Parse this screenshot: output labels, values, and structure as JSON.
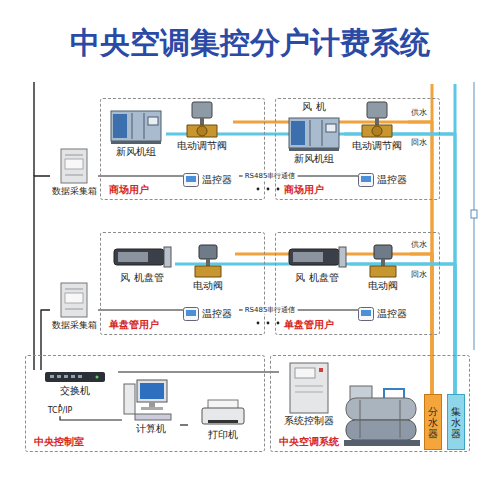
{
  "diagram": {
    "title": "中央空调集控分户计费系统",
    "nodes": [
      {
        "text": [
          "商场用户"
        ]
      },
      {
        "text": [
          "新风机组"
        ],
        "in": 0
      },
      {
        "text": [
          "电动调节阀"
        ],
        "in": 0
      },
      {
        "text": [
          "温控器"
        ],
        "in": 0
      },
      {
        "text": [
          "商场用户"
        ]
      },
      {
        "text": [
          "风 机",
          "新风机组"
        ],
        "in": 4
      },
      {
        "text": [
          "电动调节阀"
        ],
        "in": 4
      },
      {
        "text": [
          "温控器"
        ],
        "in": 4
      },
      {
        "text": [
          "数据采集箱"
        ]
      },
      {
        "text": [
          "单盘管用户"
        ]
      },
      {
        "text": [
          "风 机盘管"
        ],
        "in": 9
      },
      {
        "text": [
          "电动阀"
        ],
        "in": 9
      },
      {
        "text": [
          "温控器"
        ],
        "in": 9
      },
      {
        "text": [
          "单盘管用户"
        ]
      },
      {
        "text": [
          "风 机盘管"
        ],
        "in": 13
      },
      {
        "text": [
          "电动阀"
        ],
        "in": 13
      },
      {
        "text": [
          "温控器"
        ],
        "in": 13
      },
      {
        "text": [
          "数据采集箱"
        ]
      },
      {
        "text": [
          "中央控制室"
        ]
      },
      {
        "text": [
          "交换机"
        ],
        "in": 18
      },
      {
        "text": [
          "计算机"
        ],
        "in": 18
      },
      {
        "text": [
          "打印机"
        ],
        "in": 18
      },
      {
        "text": [
          "中央空调系统"
        ]
      },
      {
        "text": [
          "系统控制器"
        ],
        "in": 22
      },
      {
        "text": [
          "分水器"
        ],
        "in": 22
      },
      {
        "text": [
          "集水器"
        ],
        "in": 22
      }
    ],
    "edges": [
      {
        "from": 8,
        "to": 3,
        "arrow": "none"
      },
      {
        "from": 3,
        "to": 7,
        "label": "RS485串行通信",
        "arrow": "none"
      },
      {
        "from": 17,
        "to": 12,
        "arrow": "none"
      },
      {
        "from": 12,
        "to": 16,
        "label": "RS485串行通信",
        "arrow": "none"
      },
      {
        "from": 19,
        "to": 8,
        "arrow": "none"
      },
      {
        "from": 19,
        "to": 17,
        "arrow": "none"
      },
      {
        "from": 19,
        "to": 20,
        "label": "TCP/IP",
        "arrow": "none"
      },
      {
        "from": 20,
        "to": 21,
        "arrow": "none"
      },
      {
        "from": 19,
        "to": 23,
        "arrow": "none"
      },
      {
        "from": 24,
        "to": 2,
        "arrow": "none"
      },
      {
        "from": 24,
        "to": 6,
        "arrow": "none"
      },
      {
        "from": 24,
        "to": 11,
        "arrow": "none"
      },
      {
        "from": 24,
        "to": 15,
        "arrow": "none"
      },
      {
        "from": 25,
        "to": 1,
        "arrow": "none"
      },
      {
        "from": 25,
        "to": 5,
        "arrow": "none"
      },
      {
        "from": 25,
        "to": 10,
        "arrow": "none"
      },
      {
        "from": 25,
        "to": 14,
        "arrow": "none"
      }
    ],
    "labels": [
      "供水",
      "回水",
      "供水",
      "回水"
    ]
  }
}
